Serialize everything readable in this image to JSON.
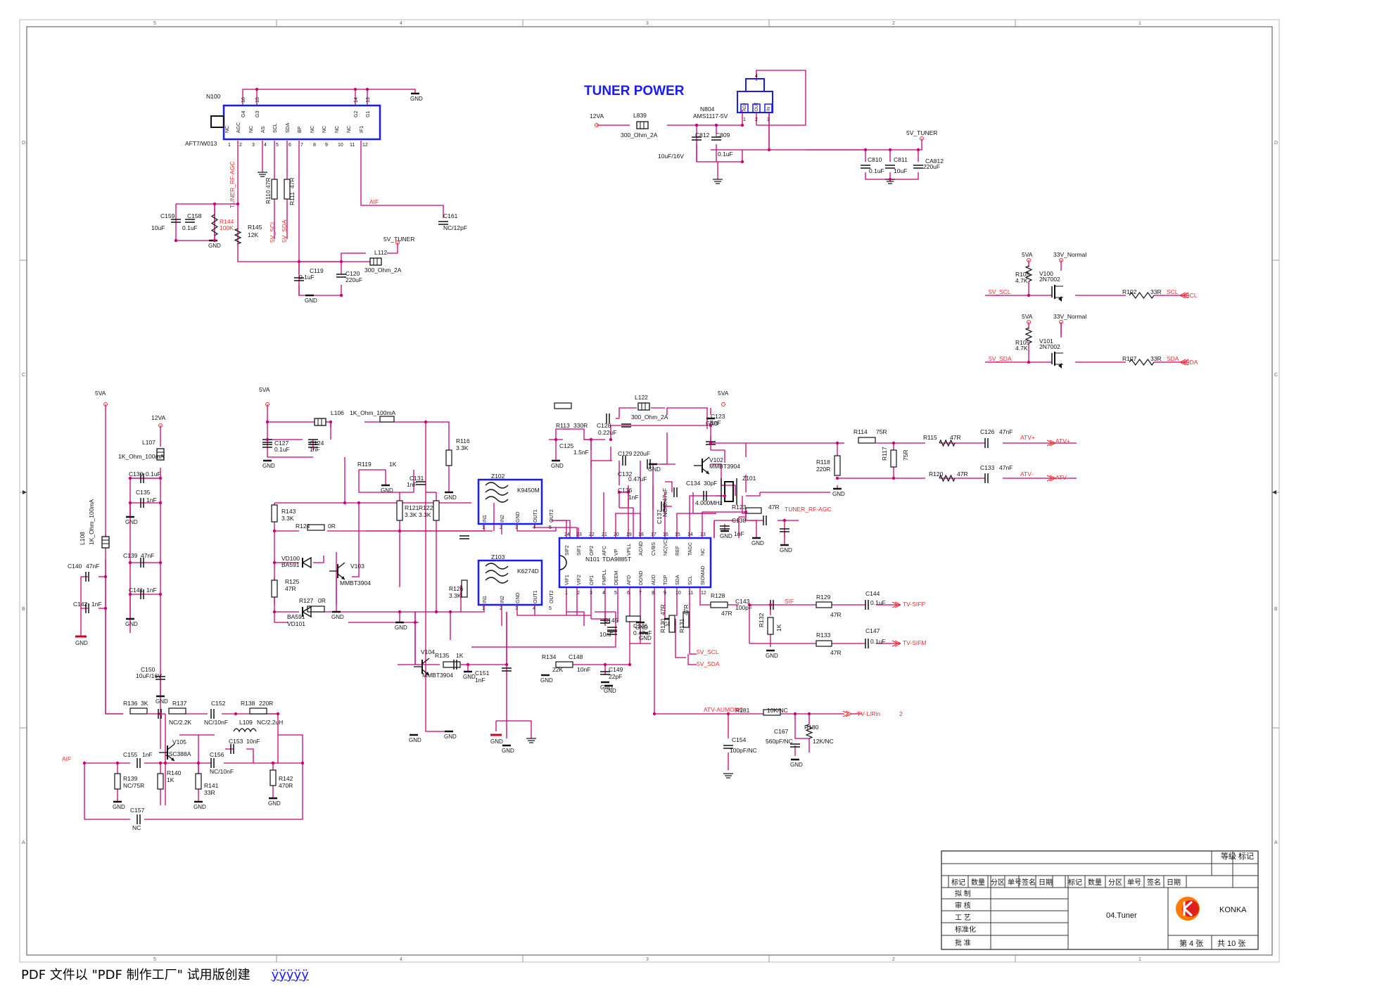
{
  "title": "TUNER POWER",
  "colors": {
    "wire": "#cc0077",
    "ink": "#111111",
    "label": "#ff2a2a",
    "title": "#1a1aff",
    "frame": "#666666"
  },
  "border": {
    "cols": [
      "5",
      "4",
      "3",
      "2",
      "1"
    ],
    "rows": [
      "D",
      "C",
      "B",
      "A"
    ]
  },
  "components": [
    {
      "id": "N100",
      "text": "N100"
    },
    {
      "id": "N100_part",
      "text": "AFT7/W013"
    },
    {
      "id": "N804",
      "text": "N804"
    },
    {
      "id": "N804_part",
      "text": "AMS1117-5V"
    },
    {
      "id": "L839",
      "text": "L839"
    },
    {
      "id": "L839_val",
      "text": "300_Ohm_2A"
    },
    {
      "id": "V12A_1",
      "text": "12VA"
    },
    {
      "id": "C812",
      "text": "C812"
    },
    {
      "id": "C809",
      "text": "C809"
    },
    {
      "id": "C812_val",
      "text": "10uF/16V"
    },
    {
      "id": "C809_val",
      "text": "0.1uF"
    },
    {
      "id": "V5T_1",
      "text": "5V_TUNER"
    },
    {
      "id": "C810",
      "text": "C810"
    },
    {
      "id": "C811",
      "text": "C811"
    },
    {
      "id": "CA812",
      "text": "CA812"
    },
    {
      "id": "C810_val",
      "text": "0.1uF"
    },
    {
      "id": "C811_val",
      "text": "10uF"
    },
    {
      "id": "CA812_val",
      "text": "220uF"
    },
    {
      "id": "R110",
      "text": "R110"
    },
    {
      "id": "R110_val",
      "text": "47R"
    },
    {
      "id": "R111",
      "text": "R111"
    },
    {
      "id": "R111_val",
      "text": "47R"
    },
    {
      "id": "TRFAGC_1",
      "text": "TUNER_RF-AGC"
    },
    {
      "id": "V5SCL_1",
      "text": "5V_SCL"
    },
    {
      "id": "V5SDA_1",
      "text": "5V_SDA"
    },
    {
      "id": "AIF_1",
      "text": "AIF"
    },
    {
      "id": "C161",
      "text": "C161"
    },
    {
      "id": "C161_val",
      "text": "NC/12pF"
    },
    {
      "id": "C159",
      "text": "C159"
    },
    {
      "id": "C159_val",
      "text": "10uF"
    },
    {
      "id": "C158",
      "text": "C158"
    },
    {
      "id": "C158_val",
      "text": "0.1uF"
    },
    {
      "id": "R144",
      "text": "R144"
    },
    {
      "id": "R144_val",
      "text": "100K"
    },
    {
      "id": "R145",
      "text": "R145"
    },
    {
      "id": "R145_val",
      "text": "12K"
    },
    {
      "id": "V5T_2",
      "text": "5V_TUNER"
    },
    {
      "id": "L112",
      "text": "L112"
    },
    {
      "id": "L112_val",
      "text": "300_Ohm_2A"
    },
    {
      "id": "C119",
      "text": "C119"
    },
    {
      "id": "C119_val",
      "text": "0.1uF"
    },
    {
      "id": "C120",
      "text": "C120"
    },
    {
      "id": "C120_val",
      "text": "220uF"
    },
    {
      "id": "V5VA_A",
      "text": "5VA"
    },
    {
      "id": "V33_A",
      "text": "33V_Normal"
    },
    {
      "id": "R105",
      "text": "R105"
    },
    {
      "id": "R105_val",
      "text": "4.7K"
    },
    {
      "id": "V100",
      "text": "V100"
    },
    {
      "id": "V100_part",
      "text": "2N7002"
    },
    {
      "id": "V5SCL_2",
      "text": "5V_SCL"
    },
    {
      "id": "R102",
      "text": "R102"
    },
    {
      "id": "R102_val",
      "text": "33R"
    },
    {
      "id": "SCL_1",
      "text": "SCL"
    },
    {
      "id": "SCL_2",
      "text": "SCL"
    },
    {
      "id": "V5VA_B",
      "text": "5VA"
    },
    {
      "id": "V33_B",
      "text": "33V_Normal"
    },
    {
      "id": "R106",
      "text": "R105"
    },
    {
      "id": "R106_val",
      "text": "4.7K"
    },
    {
      "id": "V101",
      "text": "V101"
    },
    {
      "id": "V101_part",
      "text": "2N7002"
    },
    {
      "id": "V5SDA_2",
      "text": "5V_SDA"
    },
    {
      "id": "R107",
      "text": "R107"
    },
    {
      "id": "R107_val",
      "text": "33R"
    },
    {
      "id": "SDA_1",
      "text": "SDA"
    },
    {
      "id": "SDA_2",
      "text": "SDA"
    },
    {
      "id": "V5VA_1",
      "text": "5VA"
    },
    {
      "id": "V5VA_2",
      "text": "5VA"
    },
    {
      "id": "V5VA_3",
      "text": "5VA"
    },
    {
      "id": "V12A_2",
      "text": "12VA"
    },
    {
      "id": "L107",
      "text": "L107"
    },
    {
      "id": "L107_val",
      "text": "1K_Ohm_100mA"
    },
    {
      "id": "L108",
      "text": "L108"
    },
    {
      "id": "L108_val",
      "text": "1K_Ohm_100mA"
    },
    {
      "id": "L106",
      "text": "L106"
    },
    {
      "id": "L106_val",
      "text": "1K_Ohm_100mA"
    },
    {
      "id": "C127",
      "text": "C127"
    },
    {
      "id": "C127_val",
      "text": "0.1uF"
    },
    {
      "id": "C124",
      "text": "C124"
    },
    {
      "id": "C124_val",
      "text": "1nF"
    },
    {
      "id": "R116",
      "text": "R116"
    },
    {
      "id": "R116_val",
      "text": "3.3K"
    },
    {
      "id": "R119",
      "text": "R119"
    },
    {
      "id": "R119_val",
      "text": "1K"
    },
    {
      "id": "C131",
      "text": "C131"
    },
    {
      "id": "C131_val",
      "text": "1nF"
    },
    {
      "id": "Z102",
      "text": "Z102"
    },
    {
      "id": "Z102_part",
      "text": "K9450M"
    },
    {
      "id": "Z103",
      "text": "Z103"
    },
    {
      "id": "Z103_part",
      "text": "K6274D"
    },
    {
      "id": "R143",
      "text": "R143"
    },
    {
      "id": "R143_val",
      "text": "3.3K"
    },
    {
      "id": "R124",
      "text": "R124"
    },
    {
      "id": "R124_val",
      "text": "0R"
    },
    {
      "id": "R121",
      "text": "R121"
    },
    {
      "id": "R121_val",
      "text": "3.3K"
    },
    {
      "id": "R122",
      "text": "R122"
    },
    {
      "id": "R122_val",
      "text": "3.3K"
    },
    {
      "id": "VD100",
      "text": "VD100"
    },
    {
      "id": "VD100_part",
      "text": "BA591"
    },
    {
      "id": "V103",
      "text": "V103"
    },
    {
      "id": "V103_part",
      "text": "MMBT3904"
    },
    {
      "id": "R125",
      "text": "R125"
    },
    {
      "id": "R125_val",
      "text": "47R"
    },
    {
      "id": "R127",
      "text": "R127"
    },
    {
      "id": "R127_val",
      "text": "0R"
    },
    {
      "id": "VD101_part",
      "text": "BA591"
    },
    {
      "id": "VD101",
      "text": "VD101"
    },
    {
      "id": "R126",
      "text": "R126"
    },
    {
      "id": "R126_val",
      "text": "3.3K"
    },
    {
      "id": "V104",
      "text": "V104"
    },
    {
      "id": "V104_part",
      "text": "MMBT3904"
    },
    {
      "id": "R135",
      "text": "R135"
    },
    {
      "id": "R135_val",
      "text": "1K"
    },
    {
      "id": "C151",
      "text": "C151"
    },
    {
      "id": "C151_val",
      "text": "1nF"
    },
    {
      "id": "C130",
      "text": "C130"
    },
    {
      "id": "C130_val",
      "text": "0.1uF"
    },
    {
      "id": "C135",
      "text": "C135"
    },
    {
      "id": "C135_val",
      "text": "1nF"
    },
    {
      "id": "C139",
      "text": "C139"
    },
    {
      "id": "C139_val",
      "text": "47nF"
    },
    {
      "id": "C141",
      "text": "C141"
    },
    {
      "id": "C141_val",
      "text": "1nF"
    },
    {
      "id": "C140",
      "text": "C140"
    },
    {
      "id": "C140_val",
      "text": "47nF"
    },
    {
      "id": "C142",
      "text": "C142"
    },
    {
      "id": "C142_val",
      "text": "1nF"
    },
    {
      "id": "C150",
      "text": "C150"
    },
    {
      "id": "C150_val",
      "text": "10uF/16V"
    },
    {
      "id": "R136",
      "text": "R136"
    },
    {
      "id": "R136_val",
      "text": "3K"
    },
    {
      "id": "R137",
      "text": "R137"
    },
    {
      "id": "R137_val",
      "text": "NC/2.2K"
    },
    {
      "id": "C152",
      "text": "C152"
    },
    {
      "id": "C152_val",
      "text": "NC/10nF"
    },
    {
      "id": "R138",
      "text": "R138"
    },
    {
      "id": "R138_val",
      "text": "220R"
    },
    {
      "id": "L109",
      "text": "L109"
    },
    {
      "id": "L109_val",
      "text": "NC/2.2uH"
    },
    {
      "id": "V105",
      "text": "V105"
    },
    {
      "id": "V105_part",
      "text": "2SC388A"
    },
    {
      "id": "C153",
      "text": "C153"
    },
    {
      "id": "C153_val",
      "text": "10nF"
    },
    {
      "id": "C155",
      "text": "C155"
    },
    {
      "id": "C155_val",
      "text": "1nF"
    },
    {
      "id": "C156",
      "text": "C156"
    },
    {
      "id": "C156_val",
      "text": "NC/10nF"
    },
    {
      "id": "AIF_2",
      "text": "AIF"
    },
    {
      "id": "R139",
      "text": "R139"
    },
    {
      "id": "R139_val",
      "text": "NC/75R"
    },
    {
      "id": "R140",
      "text": "R140"
    },
    {
      "id": "R140_val",
      "text": "1K"
    },
    {
      "id": "R141",
      "text": "R141"
    },
    {
      "id": "R141_val",
      "text": "33R"
    },
    {
      "id": "R142",
      "text": "R142"
    },
    {
      "id": "R142_val",
      "text": "470R"
    },
    {
      "id": "C157",
      "text": "C157"
    },
    {
      "id": "C157_val",
      "text": "NC"
    },
    {
      "id": "R113",
      "text": "R113"
    },
    {
      "id": "R113_val",
      "text": "330R"
    },
    {
      "id": "C125",
      "text": "C125"
    },
    {
      "id": "C125_val",
      "text": "1.5nF"
    },
    {
      "id": "C128",
      "text": "C128"
    },
    {
      "id": "C128_val",
      "text": "0.22uF"
    },
    {
      "id": "L122",
      "text": "L122"
    },
    {
      "id": "L122_val",
      "text": "300_Ohm_2A"
    },
    {
      "id": "V5VA_4",
      "text": "5VA"
    },
    {
      "id": "C123",
      "text": "C123"
    },
    {
      "id": "C123_val",
      "text": "1nF"
    },
    {
      "id": "C129",
      "text": "C129"
    },
    {
      "id": "C129_val",
      "text": "220uF"
    },
    {
      "id": "C132",
      "text": "C132"
    },
    {
      "id": "C132_val",
      "text": "0.47uF"
    },
    {
      "id": "C136",
      "text": "C136"
    },
    {
      "id": "C136_val",
      "text": "1nF"
    },
    {
      "id": "C137",
      "text": "C137"
    },
    {
      "id": "C137_val",
      "text": "NC/0.47uF"
    },
    {
      "id": "C134",
      "text": "C134"
    },
    {
      "id": "C134_val",
      "text": "30pF"
    },
    {
      "id": "Z101",
      "text": "Z101"
    },
    {
      "id": "Z101_val",
      "text": "4.000MHz"
    },
    {
      "id": "V102",
      "text": "V102"
    },
    {
      "id": "V102_part",
      "text": "MMBT3904"
    },
    {
      "id": "R123",
      "text": "R123"
    },
    {
      "id": "R123_val",
      "text": "47R"
    },
    {
      "id": "TRFAGC_2",
      "text": "TUNER_RF-AGC"
    },
    {
      "id": "C138",
      "text": "C138"
    },
    {
      "id": "C138_val",
      "text": "1nF"
    },
    {
      "id": "R114",
      "text": "R114"
    },
    {
      "id": "R114_val",
      "text": "75R"
    },
    {
      "id": "R115",
      "text": "R115"
    },
    {
      "id": "R115_val",
      "text": "47R"
    },
    {
      "id": "C126",
      "text": "C126"
    },
    {
      "id": "C126_val",
      "text": "47nF"
    },
    {
      "id": "ATVP_1",
      "text": "ATV+"
    },
    {
      "id": "ATVP_2",
      "text": "ATV+"
    },
    {
      "id": "R118",
      "text": "R118"
    },
    {
      "id": "R118_val",
      "text": "220R"
    },
    {
      "id": "R117",
      "text": "R117"
    },
    {
      "id": "R117_val",
      "text": "75R"
    },
    {
      "id": "R120",
      "text": "R120"
    },
    {
      "id": "R120_val",
      "text": "47R"
    },
    {
      "id": "C133",
      "text": "C133"
    },
    {
      "id": "C133_val",
      "text": "47nF"
    },
    {
      "id": "ATVM_1",
      "text": "ATV-"
    },
    {
      "id": "ATVM_2",
      "text": "ATV-"
    },
    {
      "id": "N101",
      "text": "N101"
    },
    {
      "id": "N101_part",
      "text": "TDA9885T"
    },
    {
      "id": "R128",
      "text": "R128"
    },
    {
      "id": "R128_val",
      "text": "47R"
    },
    {
      "id": "C143",
      "text": "C143"
    },
    {
      "id": "C143_val",
      "text": "100pF"
    },
    {
      "id": "SIF_1",
      "text": "SIF"
    },
    {
      "id": "R129",
      "text": "R129"
    },
    {
      "id": "R129_val",
      "text": "47R"
    },
    {
      "id": "C144",
      "text": "C144"
    },
    {
      "id": "C144_val",
      "text": "0.1uF"
    },
    {
      "id": "TVSIFP",
      "text": "TV-SIFP"
    },
    {
      "id": "R132",
      "text": "R132"
    },
    {
      "id": "R132_val",
      "text": "1K"
    },
    {
      "id": "R133",
      "text": "R133"
    },
    {
      "id": "R133_val",
      "text": "47R"
    },
    {
      "id": "C147",
      "text": "C147"
    },
    {
      "id": "C147_val",
      "text": "0.1uF"
    },
    {
      "id": "TVSIFM",
      "text": "TV-SIFM"
    },
    {
      "id": "R130",
      "text": "R130"
    },
    {
      "id": "R130_val",
      "text": "47R"
    },
    {
      "id": "R131",
      "text": "R131"
    },
    {
      "id": "R131_val",
      "text": "47R"
    },
    {
      "id": "V5SCL_3",
      "text": "5V_SCL"
    },
    {
      "id": "V5SDA_3",
      "text": "5V_SDA"
    },
    {
      "id": "C145",
      "text": "C145"
    },
    {
      "id": "C145_val",
      "text": "10nF"
    },
    {
      "id": "C146",
      "text": "C146"
    },
    {
      "id": "C146_val",
      "text": "0.47uF"
    },
    {
      "id": "R134",
      "text": "R134"
    },
    {
      "id": "R134_val",
      "text": "22K"
    },
    {
      "id": "C148",
      "text": "C148"
    },
    {
      "id": "C148_val",
      "text": "10nF"
    },
    {
      "id": "C149",
      "text": "C149"
    },
    {
      "id": "C149_val",
      "text": "22pF"
    },
    {
      "id": "ATVAUMONO",
      "text": "ATV-AUMONO"
    },
    {
      "id": "R181",
      "text": "R181"
    },
    {
      "id": "R181_val",
      "text": "10K/NC"
    },
    {
      "id": "TVLRN",
      "text": "TV-L/Rin"
    },
    {
      "id": "TVLRN_pin",
      "text": "2"
    },
    {
      "id": "C154",
      "text": "C154"
    },
    {
      "id": "C154_val",
      "text": "100pF/NC"
    },
    {
      "id": "C167",
      "text": "C167"
    },
    {
      "id": "C167_val",
      "text": "560pF/NC"
    },
    {
      "id": "R180",
      "text": "R180"
    },
    {
      "id": "R180_val",
      "text": "12K/NC"
    }
  ],
  "ground_label": "GND",
  "tuner_pins": {
    "top_numbers": [
      "16",
      "15",
      "14",
      "13"
    ],
    "top_labels": [
      "G4",
      "G3",
      "G2",
      "G1"
    ],
    "numbers": [
      "1",
      "2",
      "3",
      "4",
      "5",
      "6",
      "7",
      "8",
      "9",
      "10",
      "11",
      "12"
    ],
    "labels": [
      "NC",
      "AGC",
      "NC",
      "AS",
      "SCL",
      "SDA",
      "BP",
      "NC",
      "NC",
      "NC",
      "NC",
      "IF1"
    ]
  },
  "ic_pins": {
    "top_numbers": [
      "24",
      "23",
      "22",
      "21",
      "20",
      "19",
      "18",
      "17",
      "16",
      "15",
      "14",
      "13"
    ],
    "top_labels": [
      "SIF2",
      "SIF1",
      "OP2",
      "AFC",
      "VP",
      "VPLL",
      "AGND",
      "CVBS",
      "NC(VC)",
      "REF",
      "TAGC",
      "NC"
    ],
    "bottom_numbers": [
      "1",
      "2",
      "3",
      "4",
      "5",
      "6",
      "7",
      "8",
      "9",
      "10",
      "11",
      "12"
    ],
    "bottom_labels": [
      "VIF1",
      "VIF2",
      "OP1",
      "FMPLL",
      "DEEM",
      "AFD",
      "DGND",
      "AUD",
      "TOP",
      "SDA",
      "SCL",
      "SIOMAD"
    ]
  },
  "saw": {
    "pins": [
      "IN1",
      "IN2",
      "GND",
      "OUT1",
      "OUT2"
    ]
  },
  "regulator_pins": [
    "ADJ",
    "OUT",
    "IN"
  ],
  "title_block": {
    "grade_label": "等级",
    "mark_label": "标记",
    "headers": [
      "标记",
      "数量",
      "分区",
      "单号",
      "签名",
      "日期",
      "标记",
      "数量",
      "分区",
      "单号",
      "签名",
      "日期"
    ],
    "roles": [
      "拟 制",
      "审 核",
      "工 艺",
      "标准化",
      "批 准"
    ],
    "drawing_name": "04.Tuner",
    "company": "KONKA",
    "sheet_no": "第 4 张",
    "sheet_total": "共 10 张"
  },
  "footer": {
    "text": "PDF 文件以 \"PDF 制作工厂\" 试用版创建",
    "link": "ÿÿÿÿÿ"
  }
}
